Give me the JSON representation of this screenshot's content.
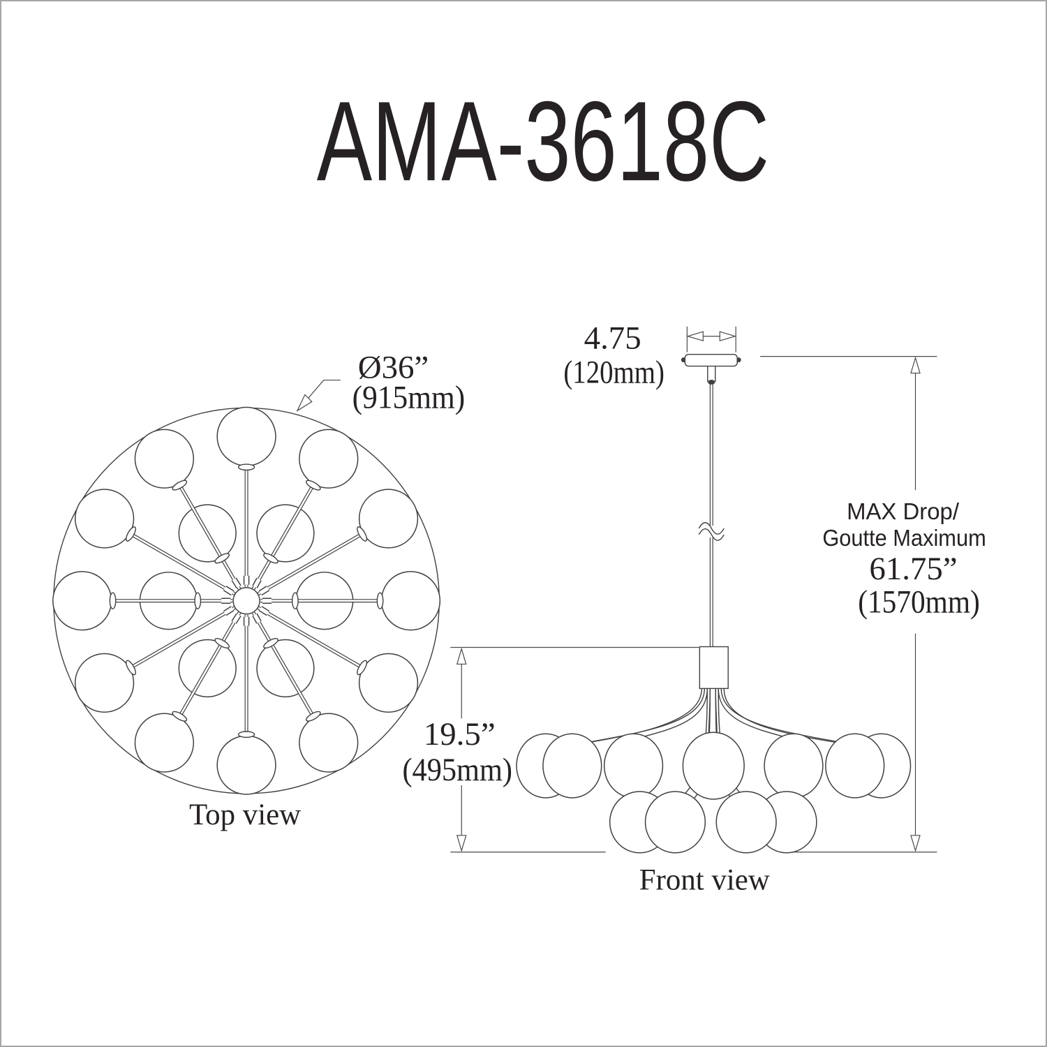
{
  "title": "AMA-3618C",
  "top_view": {
    "label": "Top view",
    "diameter_in": "Ø36”",
    "diameter_mm": "(915mm)"
  },
  "front_view": {
    "label": "Front view"
  },
  "dimensions": {
    "canopy_in": "4.75",
    "canopy_mm": "(120mm)",
    "height_in": "19.5”",
    "height_mm": "(495mm)",
    "max_drop_label1": "MAX Drop/",
    "max_drop_label2": "Goutte Maximum",
    "max_drop_in": "61.75”",
    "max_drop_mm": "(1570mm)"
  },
  "colors": {
    "line": "#404040",
    "text": "#262223",
    "background": "#ffffff",
    "frame_border": "#a6a6a6"
  }
}
